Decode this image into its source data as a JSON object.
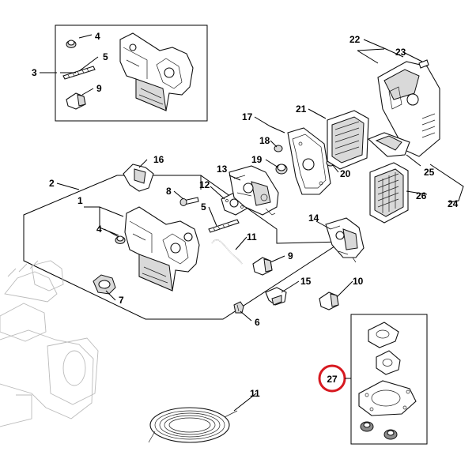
{
  "diagram": {
    "callouts": [
      {
        "id": "c1",
        "label": "1"
      },
      {
        "id": "c2",
        "label": "2"
      },
      {
        "id": "c3",
        "label": "3"
      },
      {
        "id": "c4a",
        "label": "4"
      },
      {
        "id": "c4b",
        "label": "4"
      },
      {
        "id": "c5a",
        "label": "5"
      },
      {
        "id": "c5b",
        "label": "5"
      },
      {
        "id": "c6",
        "label": "6"
      },
      {
        "id": "c7",
        "label": "7"
      },
      {
        "id": "c8",
        "label": "8"
      },
      {
        "id": "c9a",
        "label": "9"
      },
      {
        "id": "c9b",
        "label": "9"
      },
      {
        "id": "c10",
        "label": "10"
      },
      {
        "id": "c11a",
        "label": "11"
      },
      {
        "id": "c11b",
        "label": "11"
      },
      {
        "id": "c12",
        "label": "12"
      },
      {
        "id": "c13",
        "label": "13"
      },
      {
        "id": "c14",
        "label": "14"
      },
      {
        "id": "c15",
        "label": "15"
      },
      {
        "id": "c16",
        "label": "16"
      },
      {
        "id": "c17",
        "label": "17"
      },
      {
        "id": "c18",
        "label": "18"
      },
      {
        "id": "c19",
        "label": "19"
      },
      {
        "id": "c20",
        "label": "20"
      },
      {
        "id": "c21",
        "label": "21"
      },
      {
        "id": "c22",
        "label": "22"
      },
      {
        "id": "c23",
        "label": "23"
      },
      {
        "id": "c24",
        "label": "24"
      },
      {
        "id": "c25",
        "label": "25"
      },
      {
        "id": "c26",
        "label": "26"
      },
      {
        "id": "c27",
        "label": "27"
      }
    ],
    "highlight": {
      "callout": "27",
      "color": "#d71920"
    }
  }
}
